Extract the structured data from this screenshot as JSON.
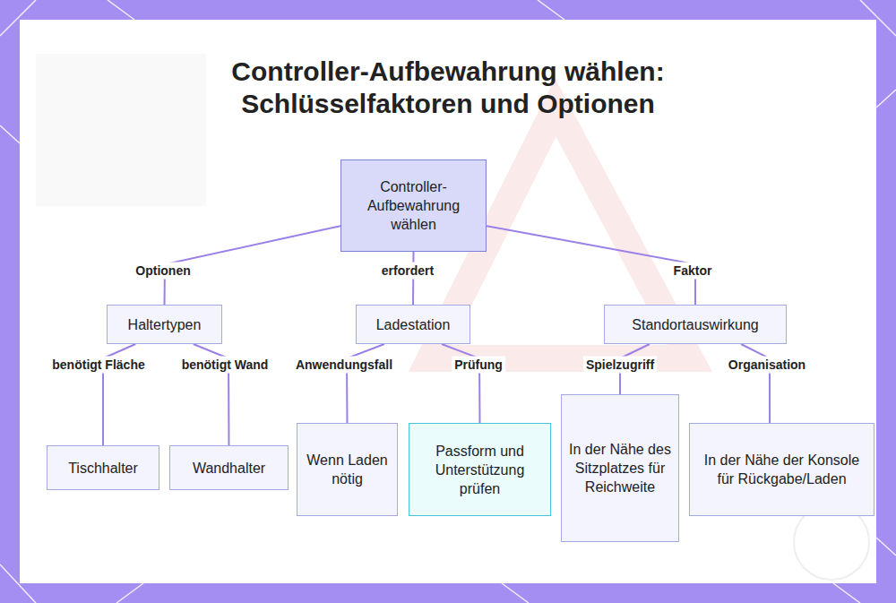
{
  "diagram": {
    "title": "Controller-Aufbewahrung wählen: Schlüsselfaktoren und Optionen",
    "nodes": [
      {
        "text": [
          "Controller- Aufbewahrung wählen"
        ]
      },
      {
        "text": [
          "Haltertypen"
        ]
      },
      {
        "text": [
          "Ladestation"
        ]
      },
      {
        "text": [
          "Standortauswirkung"
        ]
      },
      {
        "text": [
          "Tischhalter"
        ]
      },
      {
        "text": [
          "Wandhalter"
        ]
      },
      {
        "text": [
          "Wenn Laden nötig"
        ]
      },
      {
        "text": [
          "Passform und Unterstützung prüfen"
        ]
      },
      {
        "text": [
          "In der Nähe des Sitzplatzes für Reichweite"
        ]
      },
      {
        "text": [
          "In der Nähe der Konsole für Rückgabe/Laden"
        ]
      }
    ],
    "edges": [
      {
        "from": 0,
        "to": 1,
        "label": "Optionen",
        "arrow": "none"
      },
      {
        "from": 0,
        "to": 2,
        "label": "erfordert",
        "arrow": "none"
      },
      {
        "from": 0,
        "to": 3,
        "label": "Faktor",
        "arrow": "none"
      },
      {
        "from": 1,
        "to": 4,
        "label": "benötigt Fläche",
        "arrow": "none"
      },
      {
        "from": 1,
        "to": 5,
        "label": "benötigt Wand",
        "arrow": "none"
      },
      {
        "from": 2,
        "to": 6,
        "label": "Anwendungsfall",
        "arrow": "none"
      },
      {
        "from": 2,
        "to": 7,
        "label": "Prüfung",
        "arrow": "none"
      },
      {
        "from": 3,
        "to": 8,
        "label": "Spielzugriff",
        "arrow": "none"
      },
      {
        "from": 3,
        "to": 9,
        "label": "Organisation",
        "arrow": "none"
      }
    ]
  }
}
